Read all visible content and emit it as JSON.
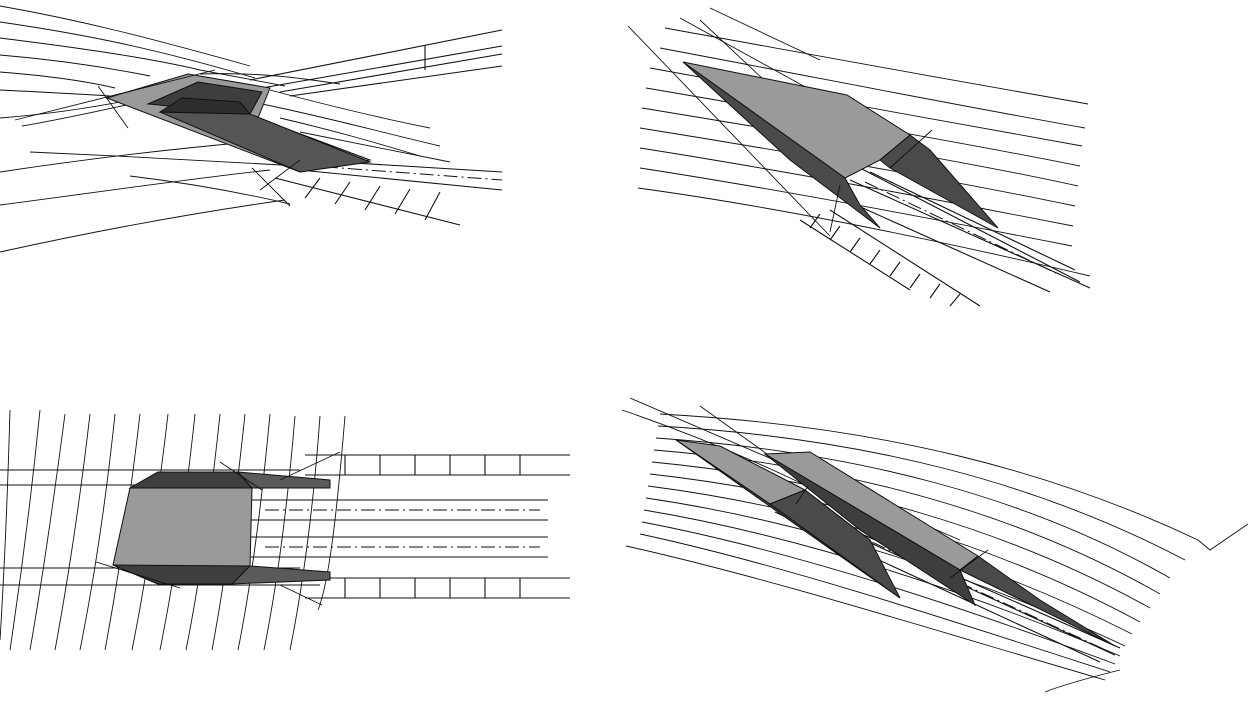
{
  "colors": {
    "background": "#ffffff",
    "line": "#111111",
    "shade_light": "#9a9a9a",
    "shade_dark": "#4a4a4a"
  },
  "panels": [
    {
      "id": "top-left",
      "view": "perspective"
    },
    {
      "id": "top-right",
      "view": "perspective"
    },
    {
      "id": "bottom-left",
      "view": "plan"
    },
    {
      "id": "bottom-right",
      "view": "perspective"
    }
  ]
}
